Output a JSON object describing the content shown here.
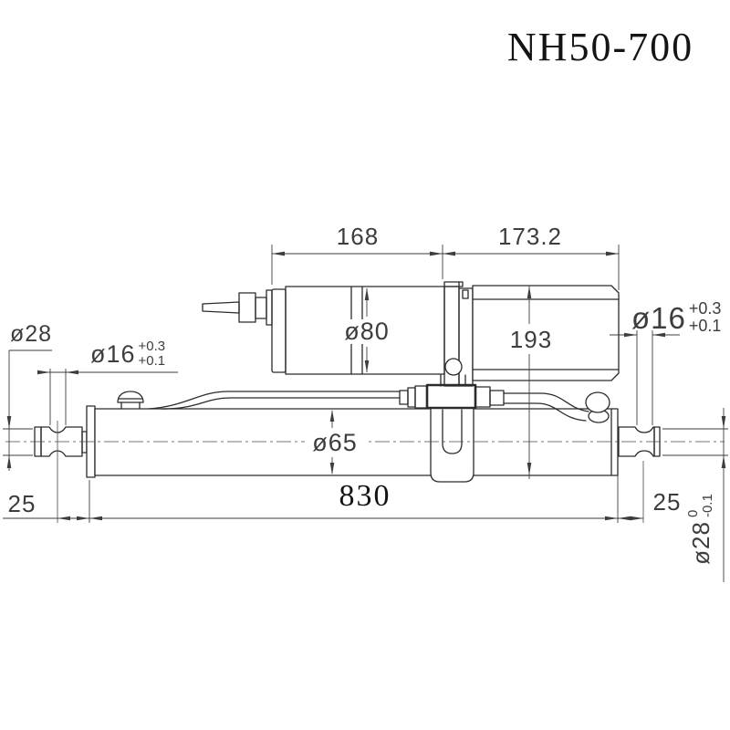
{
  "title": "NH50-700",
  "colors": {
    "background": "#ffffff",
    "line": "#2b2b2b",
    "dim_text": "#3d3d3d"
  },
  "drawing_type": "technical-dimension-drawing",
  "component": "linear-actuator-side-view",
  "dimensions": {
    "top": {
      "motor_section_length": "168",
      "pump_section_length": "173.2"
    },
    "motor_diameter": "ø80",
    "pump_body_height": "193",
    "cylinder_diameter": "ø65",
    "rod_end_diameter_left": "ø28",
    "groove_left": {
      "value": "ø16",
      "tol_upper": "+0.3",
      "tol_lower": "+0.1"
    },
    "groove_right": {
      "value": "ø16",
      "tol_upper": "+0.3",
      "tol_lower": "+0.1"
    },
    "bottom": {
      "pin_offset_left": "25",
      "overall_length": "830",
      "pin_offset_right": "25"
    },
    "rod_end_diameter_right": {
      "value": "ø28",
      "tol_upper": "0",
      "tol_lower": "-0.1"
    }
  }
}
